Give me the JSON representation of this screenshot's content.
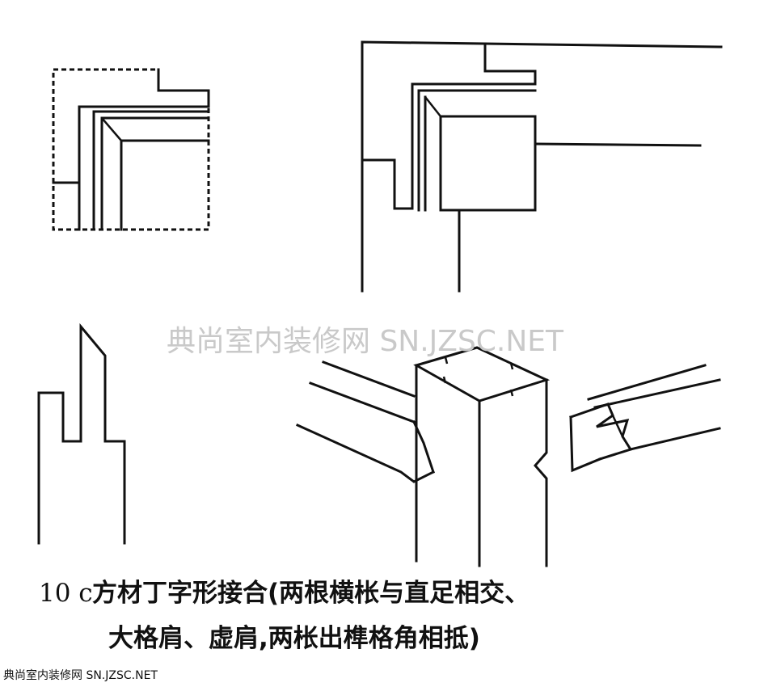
{
  "watermark": "典尚室内装修网 SN.JZSC.NET",
  "caption": {
    "number": "10 c",
    "line1": "方材丁字形接合(两根横枨与直足相交、",
    "line2": "大格肩、虚肩,两枨出榫格角相抵)"
  },
  "footer": "典尚室内装修网 SN.JZSC.NET"
}
